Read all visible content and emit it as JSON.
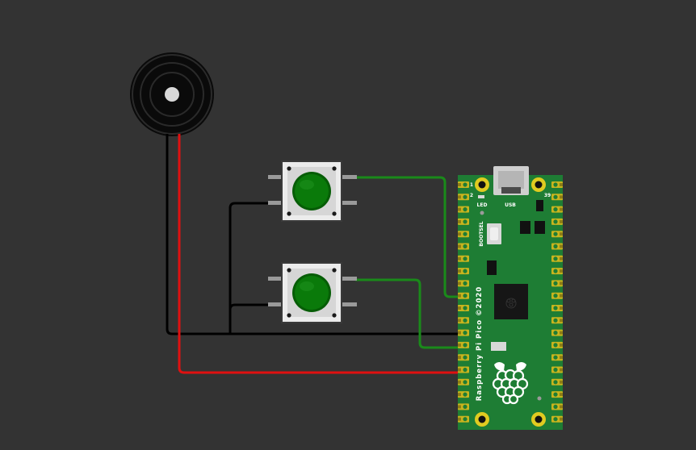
{
  "canvas": {
    "background": "#333333"
  },
  "colors": {
    "wire_green": "#1a8a1a",
    "wire_black": "#000000",
    "wire_red": "#e01010",
    "pcb_green": "#1e7d34",
    "pad_gold": "#c8b41e",
    "button_cap": "#0a7a0a"
  },
  "components": {
    "buzzer": {
      "name": "Buzzer",
      "icon": "buzzer-icon"
    },
    "button_1": {
      "name": "Pushbutton",
      "icon": "pushbutton-icon",
      "cap_color": "green"
    },
    "button_2": {
      "name": "Pushbutton",
      "icon": "pushbutton-icon",
      "cap_color": "green"
    },
    "pico": {
      "silkscreen": "Raspberry Pi Pico ©2020",
      "usb_label": "USB",
      "led_label": "LED",
      "bootsel_label": "BOOTSEL",
      "pin_1": "1",
      "pin_2": "2",
      "pin_39": "39",
      "logo_icon": "raspberry-logo-icon"
    }
  }
}
